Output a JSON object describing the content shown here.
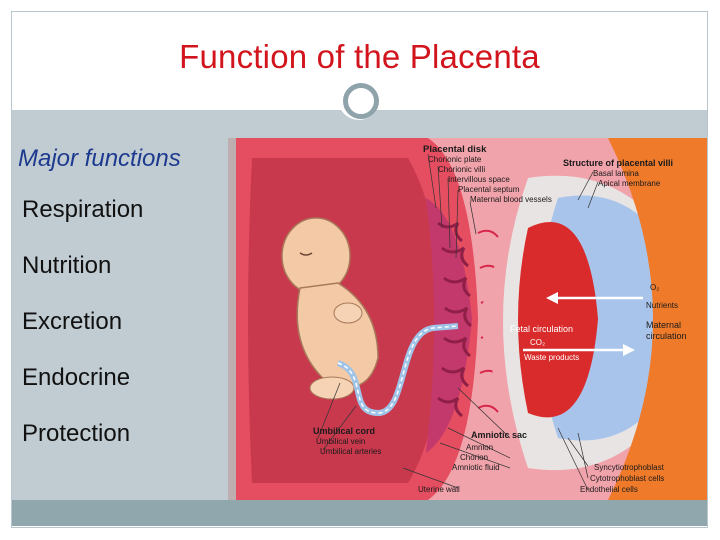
{
  "slide": {
    "title": "Function of the Placenta",
    "heading": "Major functions",
    "bullet_glyph": "",
    "bullets": [
      "Respiration",
      "Nutrition",
      "Excretion",
      "Endocrine",
      "Protection"
    ]
  },
  "diagram": {
    "placental_disk": {
      "title": "Placental disk",
      "items": [
        "Chorionic plate",
        "Chorionic villi",
        "Intervillous space",
        "Placental septum",
        "Maternal blood vessels"
      ]
    },
    "villi_structure": {
      "title": "Structure of placental villi",
      "items": [
        "Basal lamina",
        "Apical membrane"
      ]
    },
    "o2_label": "O₂",
    "nutrients_label": "Nutrients",
    "fetal_circulation": "Fetal circulation",
    "maternal_line1": "Maternal",
    "maternal_line2": "circulation",
    "co2_label": "CO₂",
    "waste_label": "Waste products",
    "umbilical_cord": {
      "title": "Umbilical cord",
      "items": [
        "Umbilical vein",
        "Umbilical arteries"
      ]
    },
    "amniotic_sac": {
      "title": "Amniotic sac",
      "items": [
        "Amnion",
        "Chorion",
        "Amniotic fluid"
      ]
    },
    "uterine_wall": "Uterine wall",
    "villi_cells": [
      "Syncytiotrophoblast",
      "Cytotrophoblast cells",
      "Endothelial cells"
    ],
    "colors": {
      "uterus_bg": "#e95a6a",
      "pink_bg": "#f1a3ab",
      "fetal_red": "#d92b2b",
      "maternal_orange": "#ee7a2a",
      "villi_blue": "#a9c4ea",
      "title_red": "#d2141c",
      "heading_blue": "#1d3a8f"
    }
  }
}
